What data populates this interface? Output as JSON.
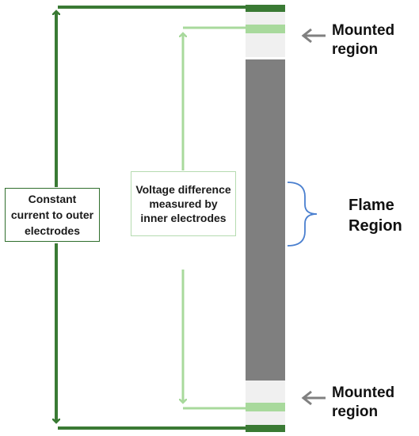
{
  "labels": {
    "outer": "Constant current to outer electrodes",
    "inner": "Voltage difference measured by inner electrodes",
    "mounted_top_line1": "Mounted",
    "mounted_top_line2": "region",
    "mounted_bottom_line1": "Mounted",
    "mounted_bottom_line2": "region",
    "flame_line1": "Flame",
    "flame_line2": "Region"
  },
  "colors": {
    "outer_electrode": "#3a7a34",
    "inner_electrode": "#a8d99c",
    "specimen": "#7f7f7f",
    "mounted_zone": "#f0f0f0",
    "brace": "#4a7fcf",
    "pointer_arrow": "#808080"
  },
  "icons": {
    "pointer": "left-arrow-icon",
    "brace": "right-curly-brace-icon"
  }
}
